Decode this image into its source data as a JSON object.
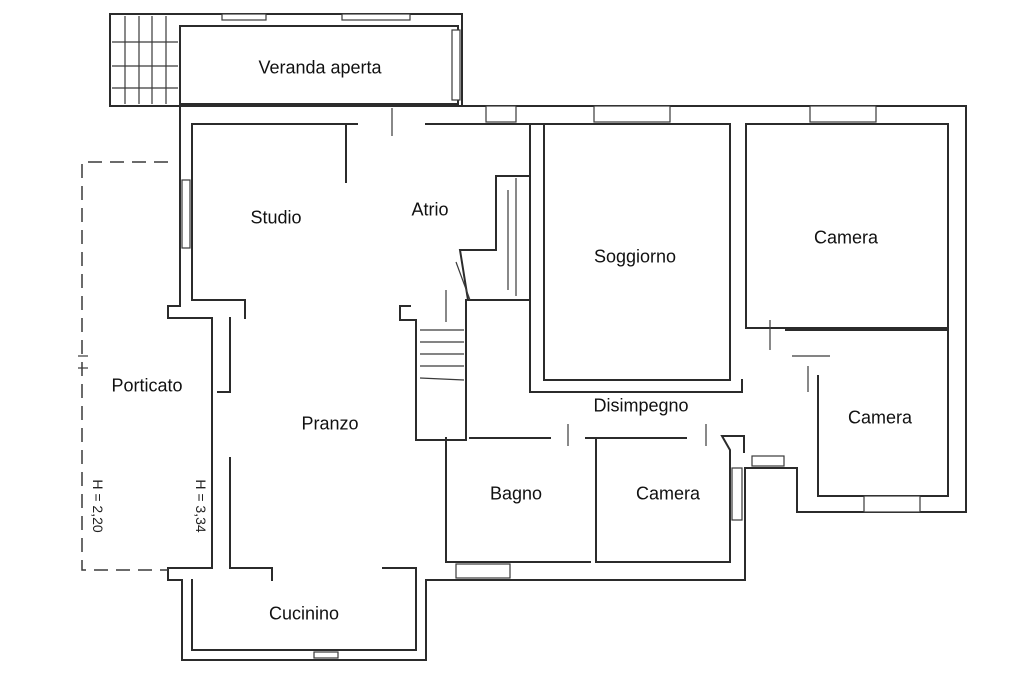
{
  "rooms": {
    "veranda": "Veranda aperta",
    "studio": "Studio",
    "atrio": "Atrio",
    "soggiorno": "Soggiorno",
    "camera_nord": "Camera",
    "camera_est": "Camera",
    "camera_sud": "Camera",
    "porticato": "Porticato",
    "pranzo": "Pranzo",
    "disimpegno": "Disimpegno",
    "bagno": "Bagno",
    "cucinino": "Cucinino"
  },
  "heights": {
    "porticato": "H = 2,20",
    "pranzo_wall": "H = 3,34"
  }
}
